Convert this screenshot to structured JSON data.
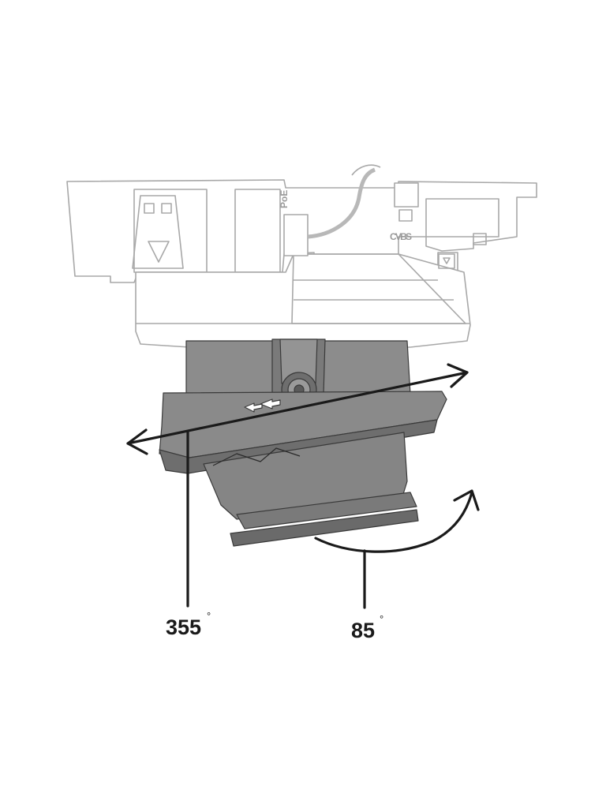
{
  "figure": {
    "housing_labels": {
      "poe": "PoE",
      "cvbs": "CVBS"
    },
    "callouts": {
      "pan": {
        "value": "355",
        "unit": "°"
      },
      "tilt": {
        "value": "85",
        "unit": "°"
      }
    },
    "colors": {
      "ghost_outline": "#a8a8a8",
      "camera_body": "#8c8c8c",
      "camera_dark": "#5a5a5a",
      "arrow": "#1a1a1a"
    }
  }
}
